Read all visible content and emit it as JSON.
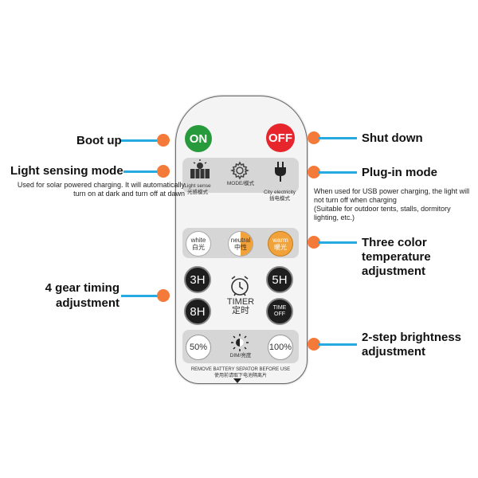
{
  "remote": {
    "on_label": "ON",
    "off_label": "OFF",
    "light_sense_en": "Light sense",
    "light_sense_cn": "光感模式",
    "mode_label": "MODE/模式",
    "city_en": "City electricity",
    "city_cn": "插电模式",
    "temp_white_en": "white",
    "temp_white_cn": "白光",
    "temp_neutral_en": "neutral",
    "temp_neutral_cn": "中性",
    "temp_warm_en": "warm",
    "temp_warm_cn": "暖光",
    "t3h": "3H",
    "t5h": "5H",
    "t8h": "8H",
    "time_off_1": "TIME",
    "time_off_2": "OFF",
    "timer_en": "TIMER",
    "timer_cn": "定时",
    "b50": "50%",
    "b100": "100%",
    "dim_label": "DIM/亮度",
    "remove_en": "REMOVE BATTERY SEPATOR BEFORE USE",
    "remove_cn": "使用前请取下电池隔离片"
  },
  "annotations": {
    "boot_up": "Boot up",
    "shut_down": "Shut down",
    "light_sensing_mode": "Light sensing mode",
    "light_sensing_desc": "Used for solar powered charging. It will automatically turn on at dark and turn off at dawn",
    "plugin_mode": "Plug-in mode",
    "plugin_desc_1": "When used for USB power charging, the light will not turn off when charging",
    "plugin_desc_2": "(Suitable for outdoor tents, stalls, dormitory lighting, etc.)",
    "three_color": "Three color temperature adjustment",
    "timing": "4 gear timing adjustment",
    "brightness": "2-step brightness adjustment"
  },
  "colors": {
    "on": "#279b3b",
    "off": "#e6262c",
    "warm": "#f2a23a",
    "dot": "#f47a3a",
    "line": "#27a9e1"
  }
}
